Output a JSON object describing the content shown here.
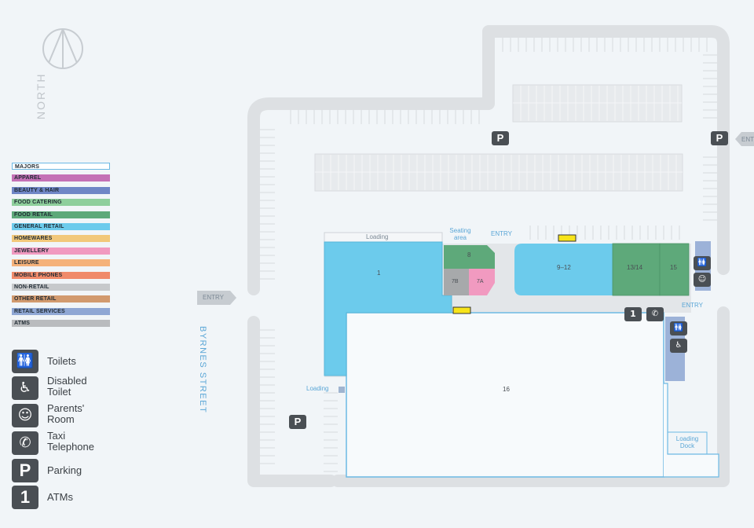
{
  "compass": {
    "label": "NORTH"
  },
  "street": {
    "name": "BYRNES STREET"
  },
  "entries": {
    "west": "ENTRY",
    "north": "ENTRY",
    "east": "ENTRY",
    "east_edge": "ENTRY"
  },
  "areas": {
    "loading_top": "Loading",
    "seating": "Seating area",
    "loading_left": "Loading",
    "loading_dock": "Loading Dock"
  },
  "shops": [
    {
      "id": "1",
      "category": "GENERAL RETAIL"
    },
    {
      "id": "8",
      "category": "FOOD RETAIL"
    },
    {
      "id": "7B",
      "category": "NON-RETAIL"
    },
    {
      "id": "7A",
      "category": "JEWELLERY"
    },
    {
      "id": "9–12",
      "category": "GENERAL RETAIL"
    },
    {
      "id": "13/14",
      "category": "FOOD RETAIL"
    },
    {
      "id": "15",
      "category": "FOOD RETAIL"
    },
    {
      "id": "16",
      "category": "MAJORS"
    }
  ],
  "legend": {
    "categories": [
      {
        "label": "MAJORS",
        "color": "#ffffff"
      },
      {
        "label": "APPAREL",
        "color": "#c471b6"
      },
      {
        "label": "BEAUTY & HAIR",
        "color": "#6f86c6"
      },
      {
        "label": "FOOD CATERING",
        "color": "#8ecf9c"
      },
      {
        "label": "FOOD RETAIL",
        "color": "#5ea97a"
      },
      {
        "label": "GENERAL RETAIL",
        "color": "#6ccbec"
      },
      {
        "label": "HOMEWARES",
        "color": "#f2c87a"
      },
      {
        "label": "JEWELLERY",
        "color": "#f19ac0"
      },
      {
        "label": "LEISURE",
        "color": "#f5b27a"
      },
      {
        "label": "MOBILE PHONES",
        "color": "#f08a6a"
      },
      {
        "label": "NON-RETAIL",
        "color": "#c7c9cb"
      },
      {
        "label": "OTHER RETAIL",
        "color": "#d29a6e"
      },
      {
        "label": "RETAIL SERVICES",
        "color": "#8fa7d4"
      },
      {
        "label": "ATMS",
        "color": "#b9bbbe"
      }
    ],
    "keys": [
      {
        "label": "Toilets",
        "icon": "toilets-icon"
      },
      {
        "label": "Disabled Toilet",
        "icon": "wheelchair-icon"
      },
      {
        "label": "Parents' Room",
        "icon": "parents-room-icon"
      },
      {
        "label": "Taxi Telephone",
        "icon": "taxi-telephone-icon"
      },
      {
        "label": "Parking",
        "icon": "parking-icon",
        "glyph": "P"
      },
      {
        "label": "ATMs",
        "icon": "atm-icon",
        "glyph": "1"
      }
    ]
  },
  "parking_symbol": "P",
  "colors": {
    "background": "#f1f5f8",
    "road": "#dfe2e5",
    "road_edge": "#c9ccd0",
    "walkway": "#e3e6e9",
    "outline": "#6cb9e4",
    "atm_marker": "#f7e41a"
  }
}
